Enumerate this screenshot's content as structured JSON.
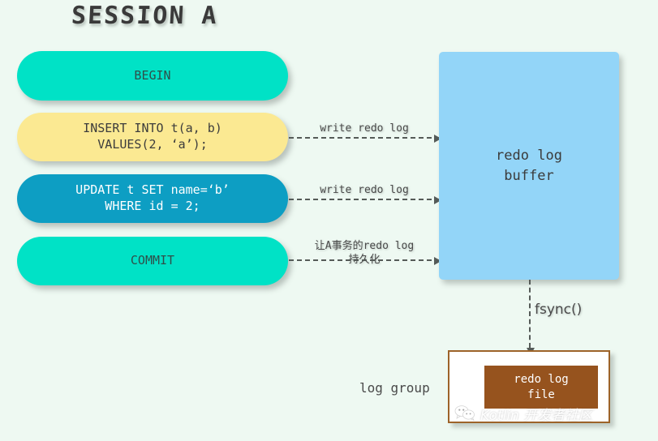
{
  "title": "SESSION A",
  "session": {
    "statements": [
      {
        "name": "begin",
        "text": "BEGIN"
      },
      {
        "name": "insert",
        "text": "INSERT INTO t(a, b)\nVALUES(2, ‘a’);"
      },
      {
        "name": "update",
        "text": "UPDATE t SET name=‘b’\nWHERE id = 2;"
      },
      {
        "name": "commit",
        "text": "COMMIT"
      }
    ]
  },
  "arrows": {
    "insert_label": "write redo log",
    "update_label": "write redo log",
    "commit_label": "让A事务的redo log\n持久化",
    "fsync_label": "fsync()"
  },
  "buffer": {
    "label": "redo log\nbuffer"
  },
  "log_group": {
    "label": "log group",
    "file_label": "redo log\nfile"
  },
  "watermark": {
    "text": "Kotlin 开发者社区"
  },
  "colors": {
    "background": "#eef9f2",
    "turquoise": "#00e2c6",
    "yellow": "#fbe992",
    "blue": "#0d9ec3",
    "light_blue": "#93d5f8",
    "brown": "#96531e",
    "brown_border": "#9d6329",
    "arrow": "#555b58"
  }
}
